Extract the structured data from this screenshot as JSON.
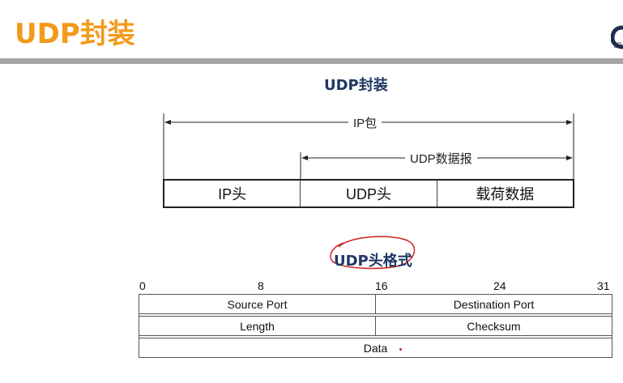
{
  "slide": {
    "title": "UDP封装",
    "logo_text": "go",
    "logo_color": "#1e2d4a",
    "title_color": "#f39a1a",
    "heading_color": "#1f3864"
  },
  "encapsulation": {
    "heading": "UDP封装",
    "ip_packet_label": "IP包",
    "udp_datagram_label": "UDP数据报",
    "cells": [
      "IP头",
      "UDP头",
      "载荷数据"
    ]
  },
  "header_format": {
    "heading": "UDP头格式",
    "bit_labels": [
      "0",
      "8",
      "16",
      "24",
      "31"
    ],
    "row1": [
      "Source Port",
      "Destination Port"
    ],
    "row2": [
      "Length",
      "Checksum"
    ],
    "row3": "Data",
    "annotation_color": "#d32020"
  }
}
